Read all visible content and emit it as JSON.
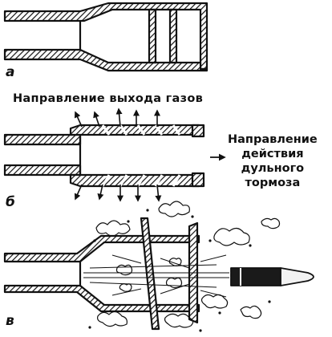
{
  "labels": {
    "a": "а",
    "b": "б",
    "v": "в",
    "gas_exit_direction": "Направление выхода газов",
    "brake_action_direction": [
      "Направление",
      "действия",
      "дульного",
      "тормоза"
    ]
  },
  "colors": {
    "ink": "#111111",
    "background": "#ffffff"
  }
}
